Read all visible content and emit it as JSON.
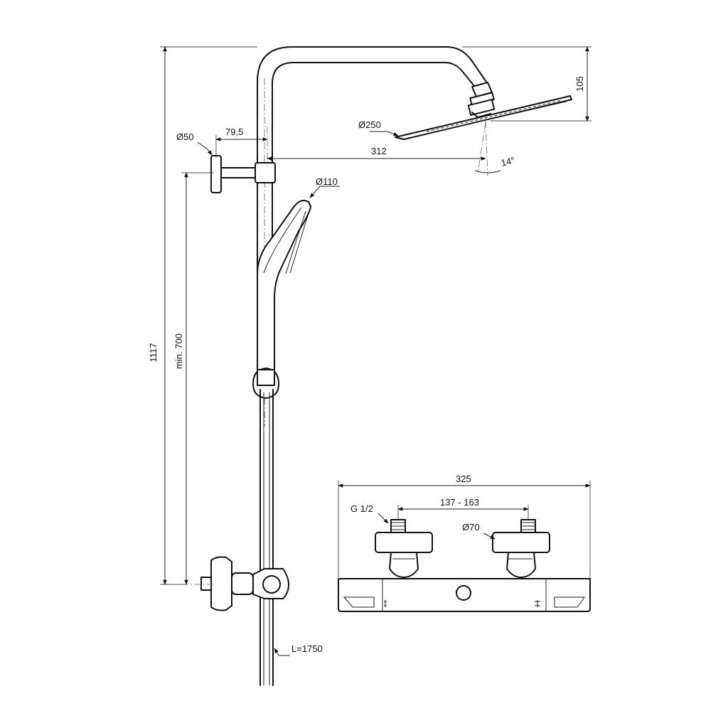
{
  "labels": {
    "total_height": "1117",
    "bar_min": "min. 700",
    "head_height": "105",
    "wall_diameter": "Ø50",
    "wall_offset": "79,5",
    "head_diameter": "Ø250",
    "arm_reach": "312",
    "tilt_angle": "14°",
    "hand_diameter": "Ø110",
    "hose_length": "L=1750",
    "mixer_width": "325",
    "inlet_thread": "G 1/2",
    "inlet_spacing": "137 - 163",
    "escutcheon_diameter": "Ø70"
  }
}
